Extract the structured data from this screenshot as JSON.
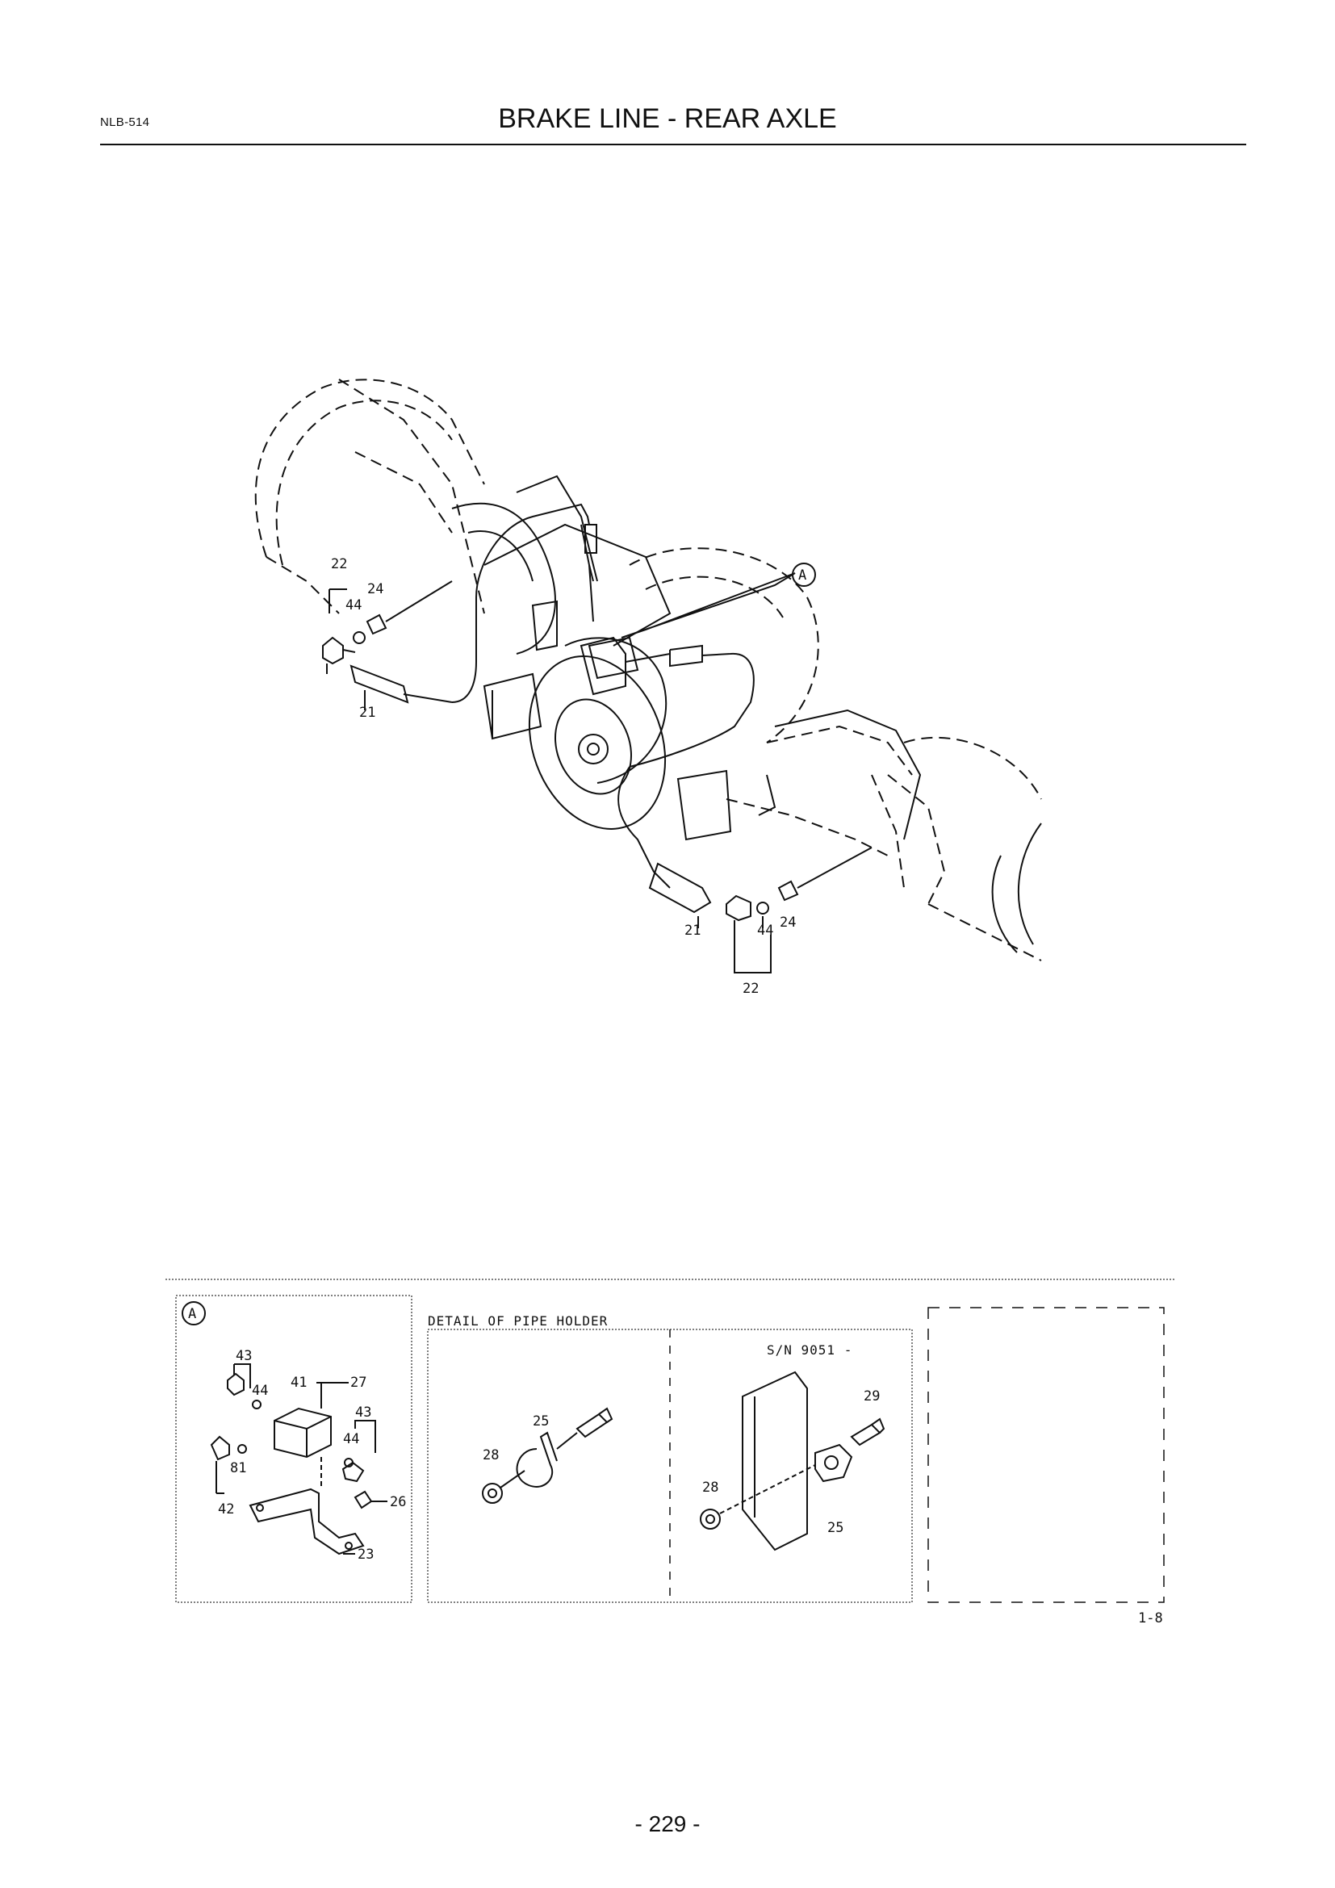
{
  "header": {
    "doc_code": "NLB-514",
    "title": "BRAKE LINE - REAR AXLE"
  },
  "main_diagram": {
    "view_marker": "A",
    "callouts": {
      "left_22": "22",
      "left_24": "24",
      "left_44": "44",
      "left_21": "21",
      "right_21": "21",
      "right_44": "44",
      "right_24": "24",
      "right_22": "22"
    }
  },
  "detail_a": {
    "marker": "A",
    "callouts": {
      "c43a": "43",
      "c44a": "44",
      "c41": "41",
      "c27": "27",
      "c43b": "43",
      "c44b": "44",
      "c81": "81",
      "c42": "42",
      "c26": "26",
      "c23": "23"
    }
  },
  "pipe_holder": {
    "title": "DETAIL OF PIPE HOLDER",
    "serial": "S/N 9051 -",
    "left_callouts": {
      "c25": "25",
      "c28": "28"
    },
    "right_callouts": {
      "c29": "29",
      "c28": "28",
      "c25": "25"
    }
  },
  "figure_id": "1-8",
  "footer": {
    "page_number": "- 229 -"
  }
}
